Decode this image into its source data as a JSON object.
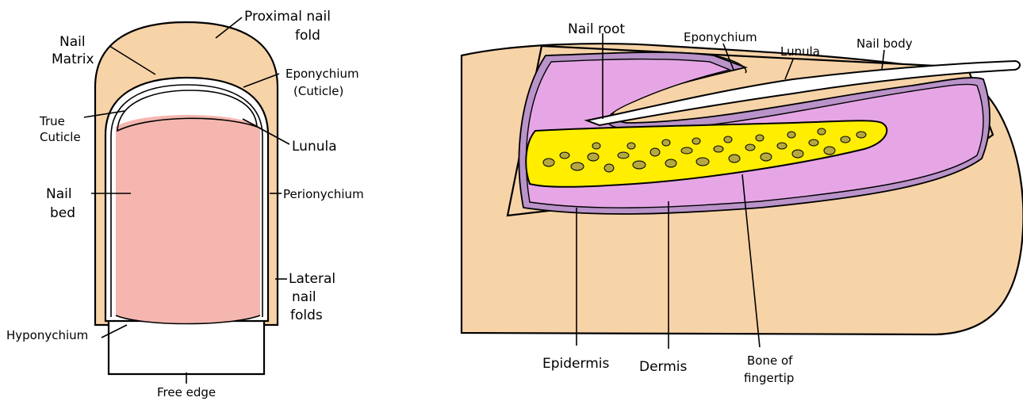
{
  "front_view": {
    "labels": {
      "proximal_nail_fold_1": "Proximal nail",
      "proximal_nail_fold_2": "fold",
      "nail_matrix_1": "Nail",
      "nail_matrix_2": "Matrix",
      "eponychium_1": "Eponychium",
      "eponychium_2": "(Cuticle)",
      "true_cuticle_1": "True",
      "true_cuticle_2": "Cuticle",
      "lunula": "Lunula",
      "nail_bed_1": "Nail",
      "nail_bed_2": "bed",
      "perionychium": "Perionychium",
      "lateral_nail_folds_1": "Lateral",
      "lateral_nail_folds_2": "nail",
      "lateral_nail_folds_3": "folds",
      "hyponychium": "Hyponychium",
      "free_edge": "Free edge"
    }
  },
  "cross_section": {
    "labels": {
      "nail_root": "Nail root",
      "eponychium": "Eponychium",
      "lunula": "Lunula",
      "nail_body": "Nail body",
      "epidermis": "Epidermis",
      "dermis": "Dermis",
      "bone_1": "Bone of",
      "bone_2": "fingertip"
    }
  },
  "colors": {
    "skin": "#f7d3a8",
    "nail_bed": "#f5b6b0",
    "dermis": "#e6a6e6",
    "epidermis_dots": "#a879b8",
    "bone": "#ffee00",
    "bone_cells": "#b5a840"
  }
}
